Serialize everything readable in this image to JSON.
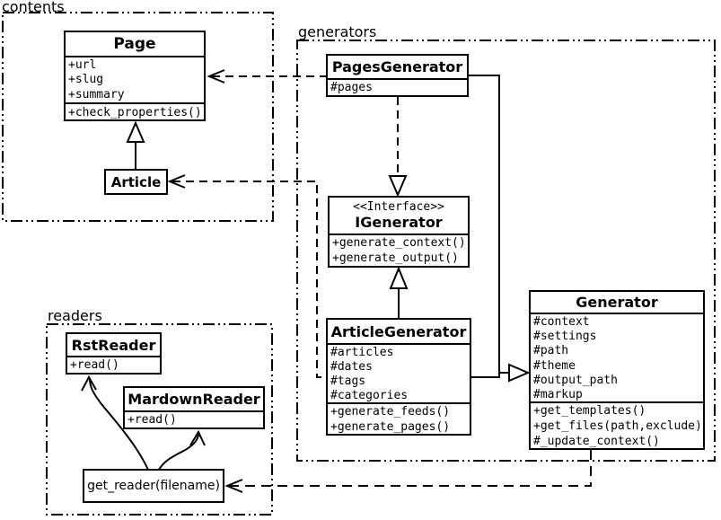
{
  "packages": {
    "contents": {
      "label": "contents"
    },
    "generators": {
      "label": "generators"
    },
    "readers": {
      "label": "readers"
    }
  },
  "classes": {
    "page": {
      "name": "Page",
      "attrs": [
        "+url",
        "+slug",
        "+summary"
      ],
      "methods": [
        "+check_properties()"
      ]
    },
    "article": {
      "name": "Article"
    },
    "pages_generator": {
      "name": "PagesGenerator",
      "attrs": [
        "#pages"
      ]
    },
    "igenerator": {
      "stereotype": "<<Interface>>",
      "name": "IGenerator",
      "methods": [
        "+generate_context()",
        "+generate_output()"
      ]
    },
    "article_generator": {
      "name": "ArticleGenerator",
      "attrs": [
        "#articles",
        "#dates",
        "#tags",
        "#categories"
      ],
      "methods": [
        "+generate_feeds()",
        "+generate_pages()"
      ]
    },
    "generator": {
      "name": "Generator",
      "attrs": [
        "#context",
        "#settings",
        "#path",
        "#theme",
        "#output_path",
        "#markup"
      ],
      "methods": [
        "+get_templates()",
        "+get_files(path,exclude)",
        "#_update_context()"
      ]
    },
    "rst_reader": {
      "name": "RstReader",
      "methods": [
        "+read()"
      ]
    },
    "mardown_reader": {
      "name": "MardownReader",
      "methods": [
        "+read()"
      ]
    },
    "get_reader": {
      "label": "get_reader(filename)"
    }
  },
  "colors": {
    "line": "#000000",
    "background": "#ffffff"
  }
}
